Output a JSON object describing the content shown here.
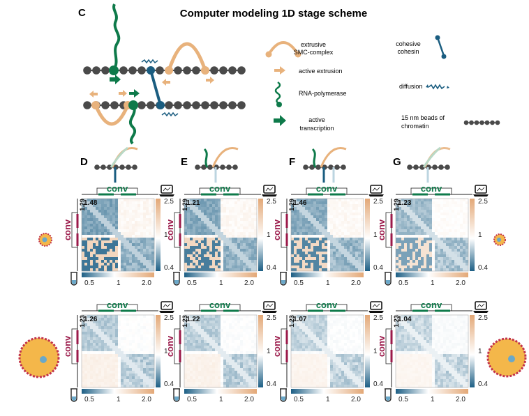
{
  "colors": {
    "chromatin": "#4a4a4a",
    "smc": "#e8b27c",
    "cohesin": "#1a5d80",
    "rnap": "#0e7a4a",
    "conv": "#0e7a4a",
    "magenta": "#9b1a4a",
    "blue_map": "#2a6f93",
    "orange_map": "#e3a877"
  },
  "header": {
    "panel_letter": "C",
    "title": "Computer modeling 1D stage scheme"
  },
  "legend": {
    "extrusive_line1": "extrusive",
    "extrusive_line2": "SMC-complex",
    "active_extrusion": "active extrusion",
    "rna_polymerase": "RNA-polymerase",
    "active_line1": "active",
    "active_line2": "transcription",
    "cohesive_line1": "cohesive",
    "cohesive_line2": "cohesin",
    "diffusion": "diffusion",
    "beads_line1": "15 nm beads of",
    "beads_line2": "chromatin"
  },
  "panels": [
    {
      "letter": "D"
    },
    {
      "letter": "E"
    },
    {
      "letter": "F"
    },
    {
      "letter": "G"
    }
  ],
  "maps": {
    "top_label": "conv",
    "side_label": "conv",
    "cbar_ticks": [
      "2.5",
      "1",
      "0.4"
    ],
    "x_ticks": [
      "0.5",
      "1",
      "2.0"
    ],
    "top_row": [
      {
        "corner": "1.48",
        "side": "1.29"
      },
      {
        "corner": "1.21",
        "side": "1.29"
      },
      {
        "corner": "1.46",
        "side": "1.29"
      },
      {
        "corner": "1.23",
        "side": "1.29"
      }
    ],
    "bottom_row": [
      {
        "corner": "1.26",
        "side": "1.23"
      },
      {
        "corner": "1.22",
        "side": "1.23"
      },
      {
        "corner": "1.07",
        "side": "1.23"
      },
      {
        "corner": "1.04",
        "side": "1.23"
      }
    ]
  }
}
